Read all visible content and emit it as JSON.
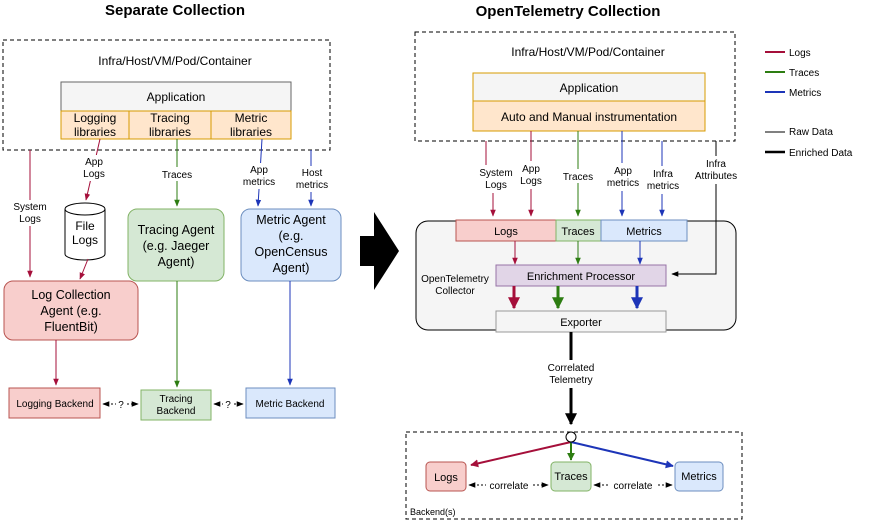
{
  "left": {
    "title": "Separate Collection",
    "host_label": "Infra/Host/VM/Pod/Container",
    "application": "Application",
    "libraries": {
      "logging": [
        "Logging",
        "libraries"
      ],
      "tracing": [
        "Tracing",
        "libraries"
      ],
      "metric": [
        "Metric",
        "libraries"
      ]
    },
    "edge_labels": {
      "system_logs": [
        "System",
        "Logs"
      ],
      "app_logs": [
        "App",
        "Logs"
      ],
      "traces": "Traces",
      "app_metrics": [
        "App",
        "metrics"
      ],
      "host_metrics": [
        "Host",
        "metrics"
      ]
    },
    "file_logs": [
      "File",
      "Logs"
    ],
    "agents": {
      "log": [
        "Log Collection",
        "Agent (e.g.",
        "FluentBit)"
      ],
      "tracing": [
        "Tracing Agent",
        "(e.g. Jaeger",
        "Agent)"
      ],
      "metric": [
        "Metric Agent",
        "(e.g.",
        "OpenCensus",
        "Agent)"
      ]
    },
    "backends": {
      "logging": "Logging Backend",
      "tracing": [
        "Tracing",
        "Backend"
      ],
      "metric": "Metric Backend",
      "unknown": "?"
    }
  },
  "right": {
    "title": "OpenTelemetry Collection",
    "host_label": "Infra/Host/VM/Pod/Container",
    "application": "Application",
    "instrumentation": "Auto and Manual instrumentation",
    "edge_labels": {
      "system_logs": [
        "System",
        "Logs"
      ],
      "app_logs": [
        "App",
        "Logs"
      ],
      "traces": "Traces",
      "app_metrics": [
        "App",
        "metrics"
      ],
      "infra_metrics": [
        "Infra",
        "metrics"
      ],
      "infra_attributes": [
        "Infra",
        "Attributes"
      ]
    },
    "collector_label": [
      "OpenTelemetry",
      "Collector"
    ],
    "receivers": {
      "logs": "Logs",
      "traces": "Traces",
      "metrics": "Metrics"
    },
    "enrichment": "Enrichment Processor",
    "exporter": "Exporter",
    "correlated": [
      "Correlated",
      "Telemetry"
    ],
    "backends_label": "Backend(s)",
    "backend_nodes": {
      "logs": "Logs",
      "traces": "Traces",
      "metrics": "Metrics",
      "correlate": "correlate"
    }
  },
  "legend": {
    "logs": "Logs",
    "traces": "Traces",
    "metrics": "Metrics",
    "raw": "Raw Data",
    "enriched": "Enriched Data"
  },
  "colors": {
    "logs": "#a50f3a",
    "traces": "#2d7d12",
    "metrics": "#1d35b8",
    "log_fill": "#f8cecc",
    "trace_fill": "#d5e8d4",
    "metric_fill": "#dae8fc",
    "app_fill": "#f5f5f5",
    "lib_fill": "#ffe6cc"
  }
}
